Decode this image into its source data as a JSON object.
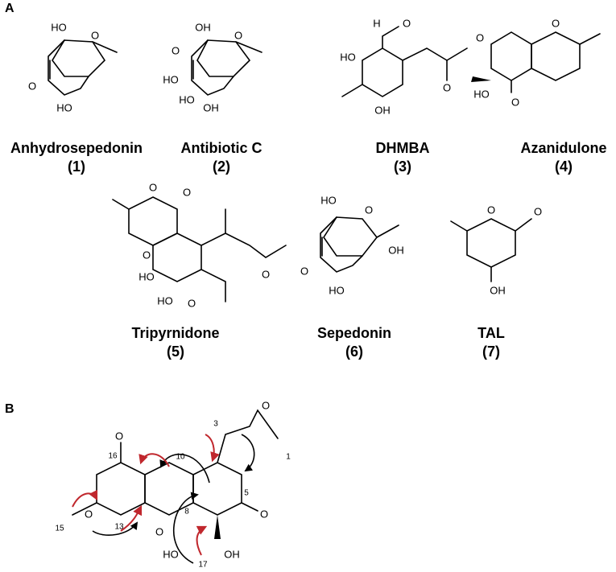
{
  "panels": {
    "A": "A",
    "B": "B"
  },
  "compounds": [
    {
      "name": "Anhydrosepedonin",
      "number": "(1)"
    },
    {
      "name": "Antibiotic C",
      "number": "(2)"
    },
    {
      "name": "DHMBA",
      "number": "(3)"
    },
    {
      "name": "Azanidulone",
      "number": "(4)"
    },
    {
      "name": "Tripyrnidone",
      "number": "(5)"
    },
    {
      "name": "Sepedonin",
      "number": "(6)"
    },
    {
      "name": "TAL",
      "number": "(7)"
    }
  ],
  "atom_labels": {
    "oh": "HO",
    "oh_r": "OH",
    "o": "O",
    "h": "H"
  },
  "panel_b_numbers": [
    "1",
    "3",
    "5",
    "8",
    "10",
    "13",
    "15",
    "16",
    "17"
  ],
  "colors": {
    "red_arrow": "#c0272d",
    "black": "#000000"
  }
}
